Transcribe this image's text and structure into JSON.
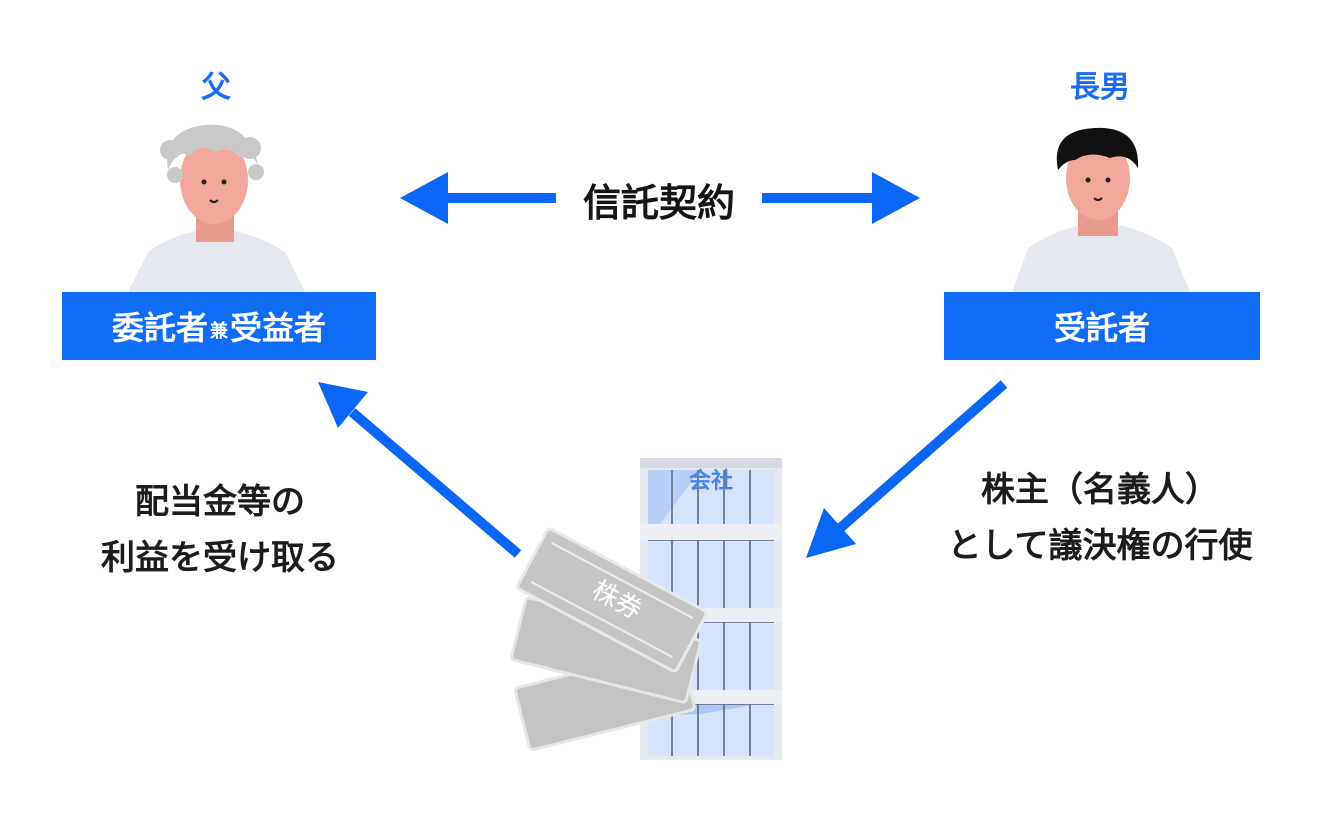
{
  "father": {
    "label": "父",
    "role_main1": "委託者",
    "role_joint": "兼",
    "role_main2": "受益者"
  },
  "son": {
    "label": "長男",
    "role": "受託者"
  },
  "contract": {
    "label": "信託契約"
  },
  "left_text": {
    "line1": "配当金等の",
    "line2": "利益を受け取る"
  },
  "right_text": {
    "line1": "株主（名義人）",
    "line2": "として議決権の行使"
  },
  "company": {
    "label": "会社"
  },
  "stock": {
    "label": "株券"
  },
  "colors": {
    "accent": "#0f6cf7",
    "arrow": "#0a66f5"
  }
}
